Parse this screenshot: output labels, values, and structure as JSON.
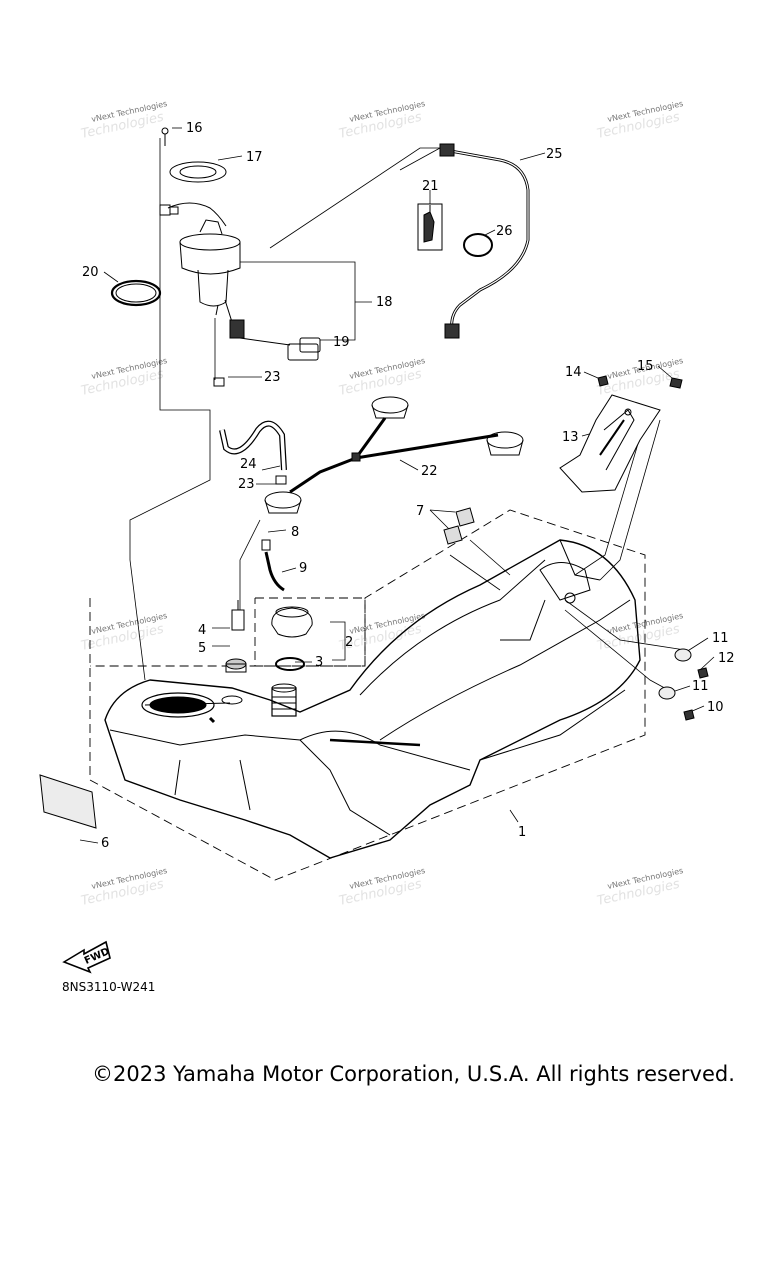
{
  "watermark": {
    "line1": "vNext Technologies",
    "line2": "Technologies"
  },
  "callouts": {
    "c1": "1",
    "c2": "2",
    "c3": "3",
    "c4": "4",
    "c5": "5",
    "c6": "6",
    "c7": "7",
    "c8": "8",
    "c9": "9",
    "c10": "10",
    "c11a": "11",
    "c11b": "11",
    "c12": "12",
    "c13": "13",
    "c14": "14",
    "c15": "15",
    "c16": "16",
    "c17": "17",
    "c18": "18",
    "c19": "19",
    "c20": "20",
    "c21": "21",
    "c22": "22",
    "c23a": "23",
    "c23b": "23",
    "c24": "24",
    "c25": "25",
    "c26": "26"
  },
  "fwd_label": "FWD",
  "diagram_code": "8NS3110-W241",
  "copyright": "©2023 Yamaha Motor Corporation, U.S.A. All rights reserved."
}
